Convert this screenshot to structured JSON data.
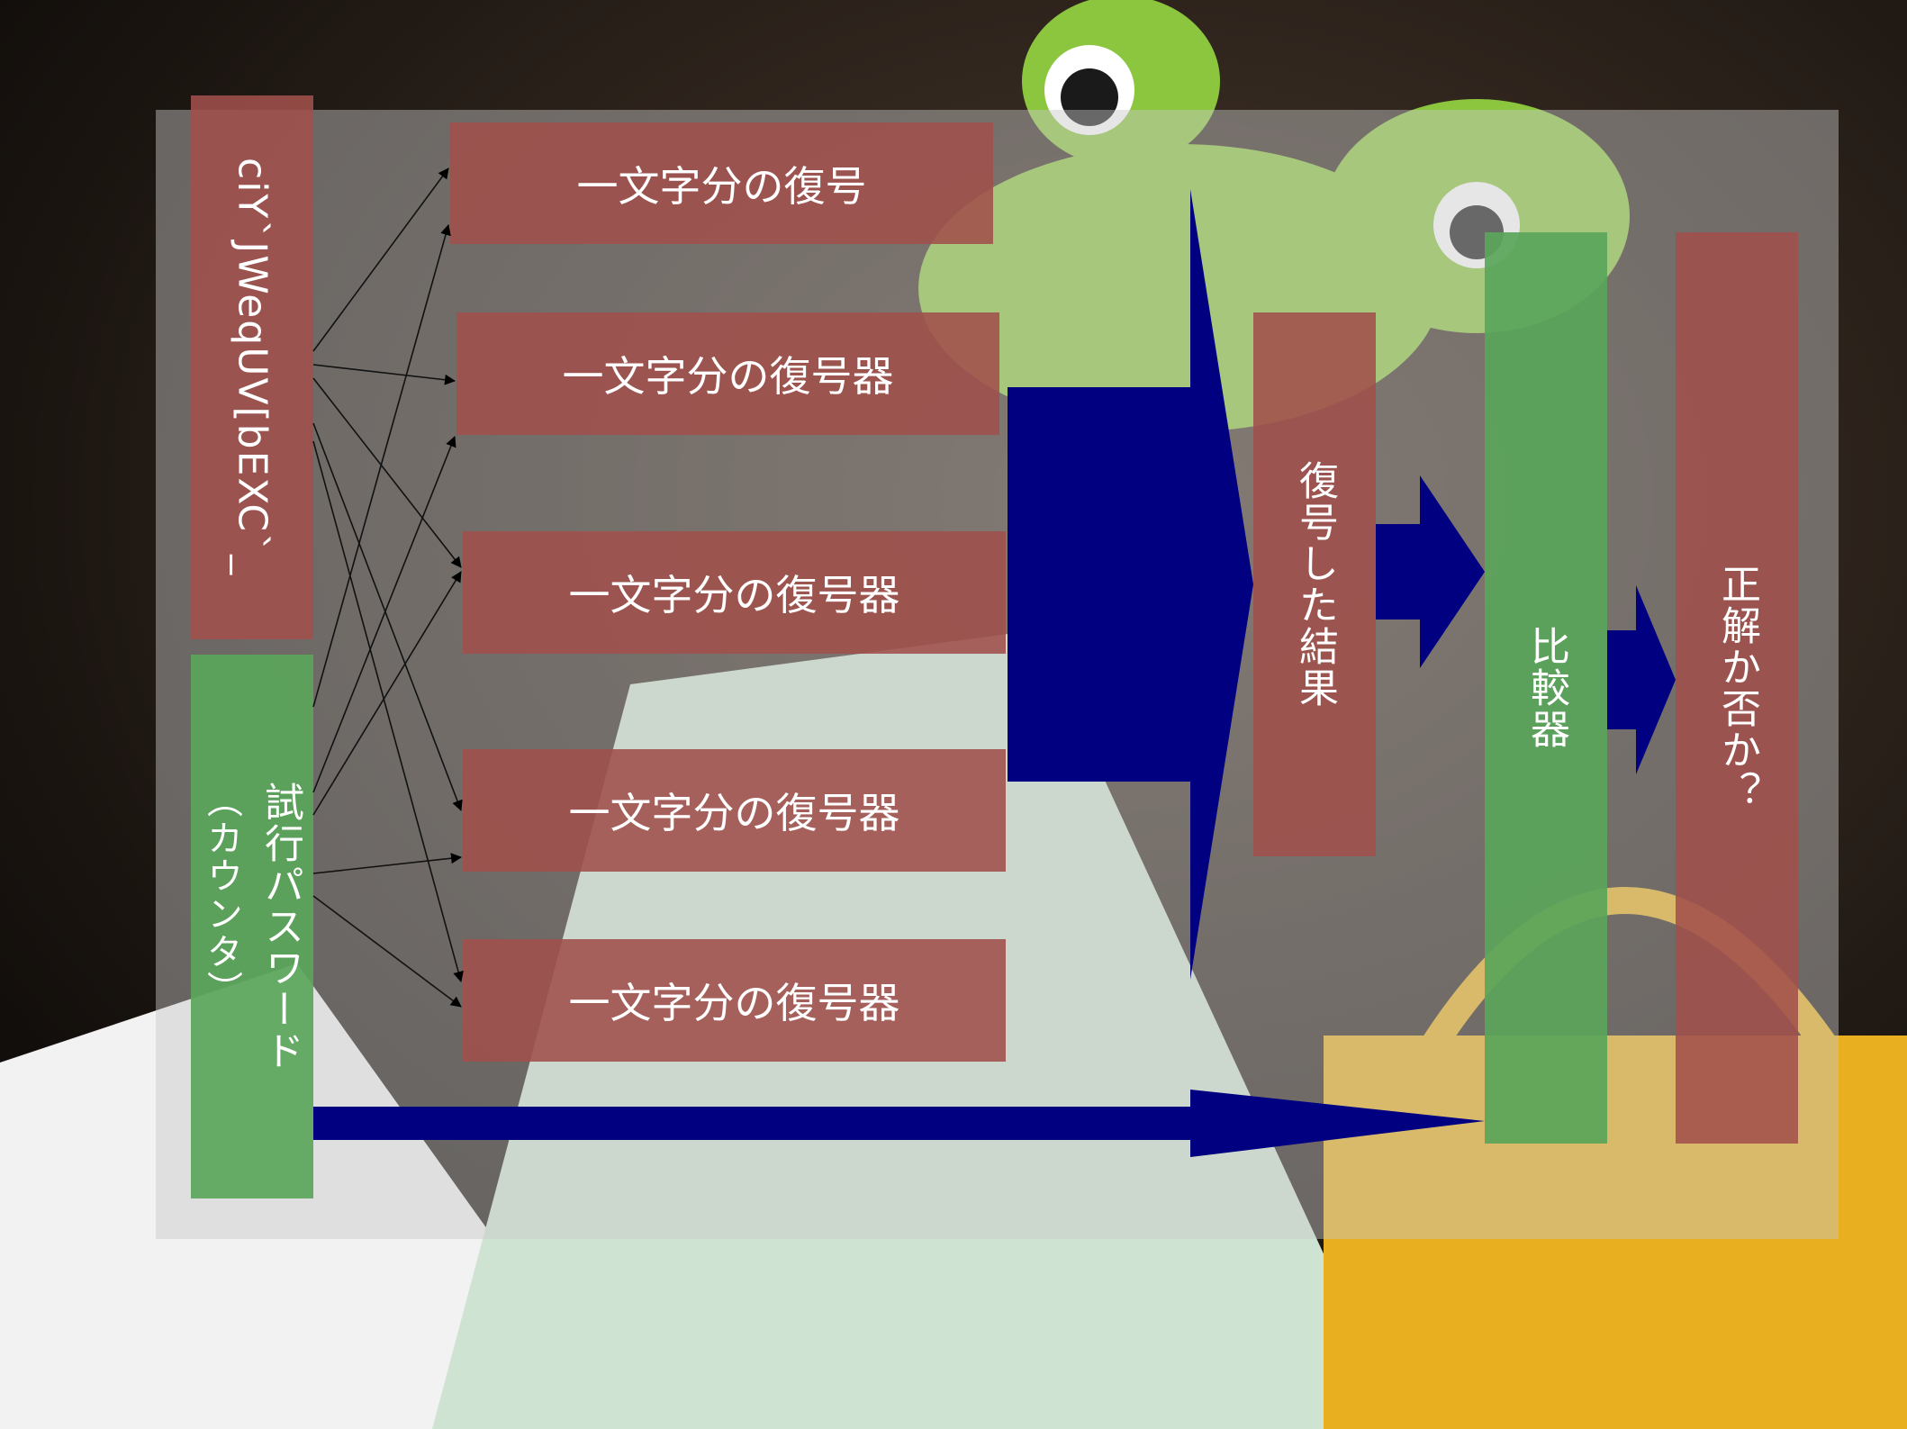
{
  "diagram": {
    "ciphertext_label": "ciY`JWeqUV[bEXC`_",
    "password_label": "試行パスワード",
    "password_sublabel": "（カウンタ）",
    "decoder_labels": [
      "一文字分の復号",
      "一文字分の復号器",
      "一文字分の復号器",
      "一文字分の復号器",
      "一文字分の復号器"
    ],
    "result_label": "復号した結果",
    "comparator_label": "比較器",
    "output_label": "正解か否か？"
  },
  "colors": {
    "box_red": "#a0504b",
    "box_green": "#5aa55a",
    "arrow_navy": "#000080",
    "panel": "#c8c8c8"
  }
}
